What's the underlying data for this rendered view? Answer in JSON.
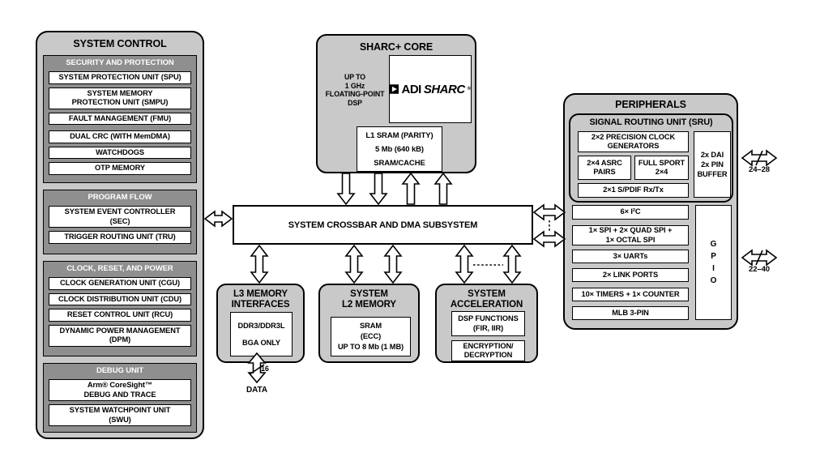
{
  "colors": {
    "outer_box_fill": "#c9c9c9",
    "group_panel_fill": "#8f8f8f",
    "group_header_text": "#ffffff",
    "item_box_fill": "#ffffff",
    "line": "#000000"
  },
  "system_control": {
    "title": "SYSTEM CONTROL",
    "groups": [
      {
        "header": "SECURITY AND PROTECTION",
        "items": [
          "SYSTEM PROTECTION UNIT (SPU)",
          "SYSTEM MEMORY\nPROTECTION UNIT (SMPU)",
          "FAULT MANAGEMENT (FMU)",
          "DUAL CRC (WITH MemDMA)",
          "WATCHDOGS",
          "OTP MEMORY"
        ]
      },
      {
        "header": "PROGRAM FLOW",
        "items": [
          "SYSTEM EVENT CONTROLLER\n(SEC)",
          "TRIGGER ROUTING UNIT (TRU)"
        ]
      },
      {
        "header": "CLOCK, RESET, AND POWER",
        "items": [
          "CLOCK GENERATION UNIT (CGU)",
          "CLOCK DISTRIBUTION UNIT (CDU)",
          "RESET CONTROL UNIT (RCU)",
          "DYNAMIC POWER MANAGEMENT\n(DPM)"
        ]
      },
      {
        "header": "DEBUG UNIT",
        "items": [
          "Arm® CoreSight™\nDEBUG AND TRACE",
          "SYSTEM WATCHPOINT UNIT\n(SWU)"
        ]
      }
    ]
  },
  "sharc_core": {
    "title": "SHARC+ CORE",
    "note": "UP TO\n1 GHz\nFLOATING-POINT\nDSP",
    "logo_adi": "ADI",
    "logo_sharc": "SHARC",
    "logo_reg": "®",
    "l1": "L1 SRAM (PARITY)\n5 Mb (640 kB)\nSRAM/CACHE"
  },
  "crossbar": {
    "label": "SYSTEM CROSSBAR AND DMA SUBSYSTEM"
  },
  "l3_memory": {
    "title": "L3 MEMORY\nINTERFACES",
    "line1": "DDR3/DDR3L",
    "line2": "BGA ONLY",
    "bus_width": "16",
    "bus_label": "DATA"
  },
  "l2_memory": {
    "title": "SYSTEM\nL2 MEMORY",
    "inner": "SRAM\n(ECC)\nUP TO 8 Mb (1 MB)"
  },
  "acceleration": {
    "title": "SYSTEM\nACCELERATION",
    "items": [
      "DSP FUNCTIONS\n(FIR, IIR)",
      "ENCRYPTION/\nDECRYPTION"
    ]
  },
  "peripherals": {
    "title": "PERIPHERALS",
    "sru": {
      "title": "SIGNAL ROUTING UNIT (SRU)",
      "clock_gen": "2×2 PRECISION CLOCK\nGENERATORS",
      "asrc": "2×4 ASRC\nPAIRS",
      "sport": "FULL SPORT\n2×4",
      "spdif": "2×1 S/PDIF Rx/Tx",
      "dai_buffer": "2x DAI\n2x PIN\nBUFFER"
    },
    "items": [
      "6× I²C",
      "1× SPI + 2× QUAD SPI +\n1× OCTAL SPI",
      "3× UARTs",
      "2× LINK PORTS",
      "10× TIMERS + 1× COUNTER",
      "MLB 3-PIN"
    ],
    "gpio": "G\nP\nI\nO",
    "dai_pin_count": "24–28",
    "gpio_pin_count": "22–40"
  }
}
